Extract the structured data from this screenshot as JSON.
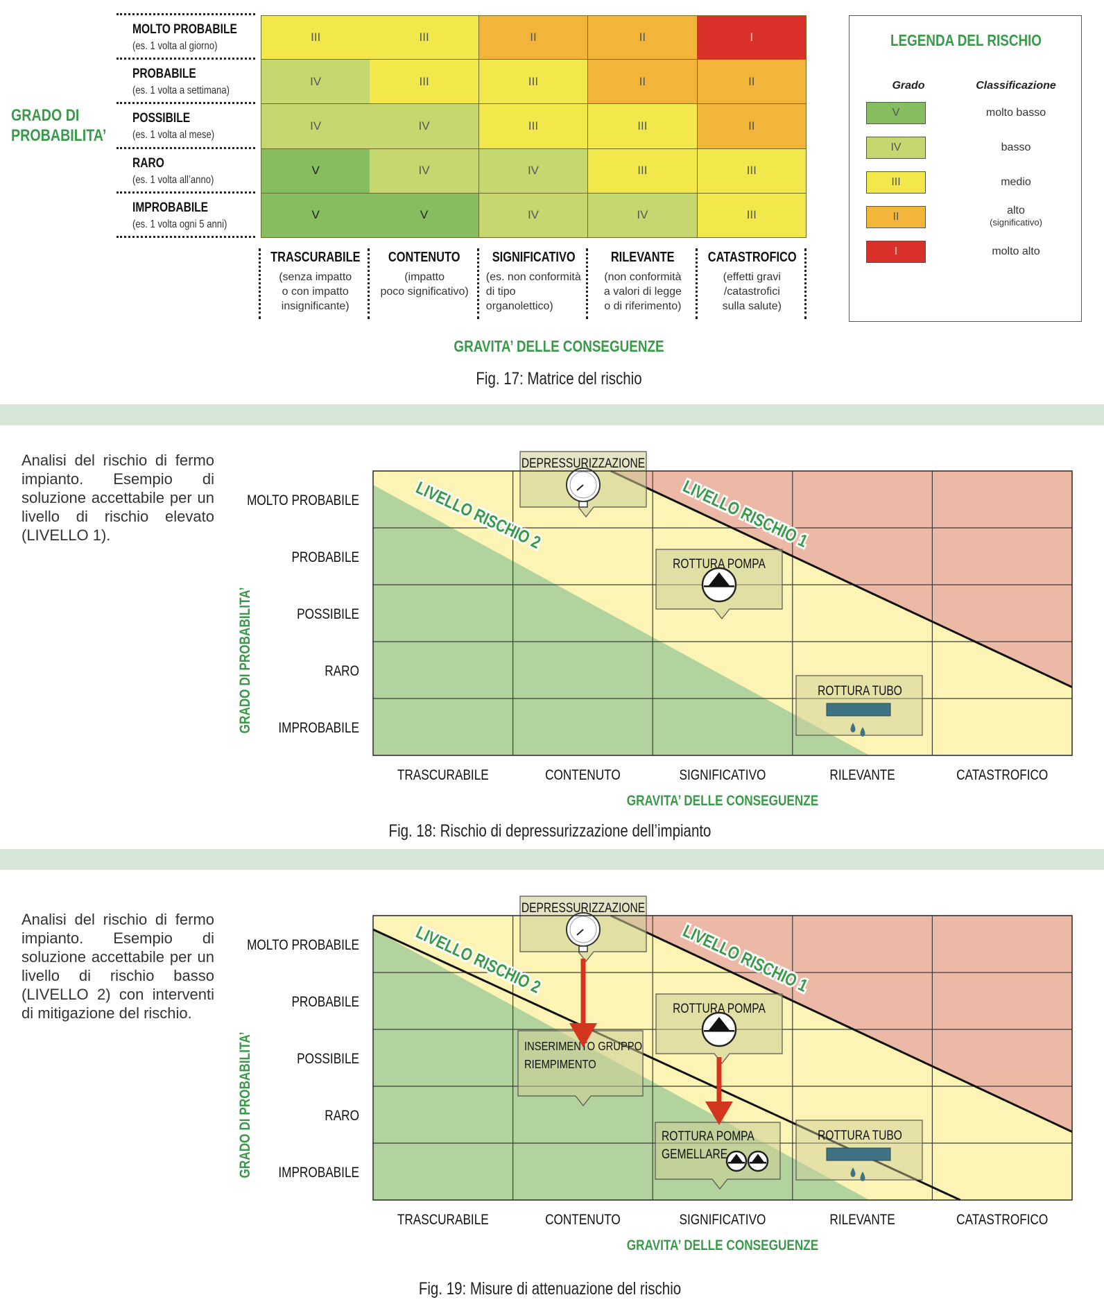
{
  "fig17": {
    "prob_axis_label": [
      "GRADO DI",
      "PROBABILITA’"
    ],
    "rows": [
      {
        "name": "MOLTO PROBABILE",
        "example": "(es. 1 volta al giorno)"
      },
      {
        "name": "PROBABILE",
        "example": "(es. 1 volta a settimana)"
      },
      {
        "name": "POSSIBILE",
        "example": "(es. 1 volta al mese)"
      },
      {
        "name": "RARO",
        "example": "(es. 1 volta all’anno)"
      },
      {
        "name": "IMPROBABILE",
        "example": "(es. 1 volta ogni 5 anni)"
      }
    ],
    "columns": [
      {
        "name": "TRASCURABILE",
        "desc": [
          "(senza impatto",
          "o con impatto",
          "insignificante)"
        ]
      },
      {
        "name": "CONTENUTO",
        "desc": [
          "(impatto",
          "poco significativo)"
        ]
      },
      {
        "name": "SIGNIFICATIVO",
        "desc": [
          "(es. non conformità",
          "di tipo",
          "organolettico)"
        ]
      },
      {
        "name": "RILEVANTE",
        "desc": [
          "(non conformità",
          "a valori di legge",
          "o di riferimento)"
        ]
      },
      {
        "name": "CATASTROFICO",
        "desc": [
          "(effetti gravi",
          "/catastrofici",
          "sulla salute)"
        ]
      }
    ],
    "matrix": [
      [
        "III",
        "III",
        "II",
        "II",
        "I"
      ],
      [
        "IV",
        "III",
        "III",
        "II",
        "II"
      ],
      [
        "IV",
        "IV",
        "III",
        "III",
        "II"
      ],
      [
        "V",
        "IV",
        "IV",
        "III",
        "III"
      ],
      [
        "V",
        "V",
        "IV",
        "IV",
        "III"
      ]
    ],
    "grade_colors": {
      "I": "#d9302a",
      "II": "#f2b53a",
      "III": "#f3e84b",
      "IV": "#c6d76f",
      "V": "#86bd5e"
    },
    "severity_axis_label": "GRAVITA’ DELLE CONSEGUENZE",
    "caption": "Fig. 17: Matrice del rischio",
    "legend": {
      "title": "LEGENDA DEL RISCHIO",
      "col_grade": "Grado",
      "col_class": "Classificazione",
      "items": [
        {
          "grade": "V",
          "label": "molto basso",
          "sub": ""
        },
        {
          "grade": "IV",
          "label": "basso",
          "sub": ""
        },
        {
          "grade": "III",
          "label": "medio",
          "sub": ""
        },
        {
          "grade": "II",
          "label": "alto",
          "sub": "(significativo)"
        },
        {
          "grade": "I",
          "label": "molto alto",
          "sub": ""
        }
      ]
    }
  },
  "fig18": {
    "description": "Analisi del rischio di fermo impianto. Esempio di soluzione accettabile per un livello di rischio elevato (LIVELLO 1).",
    "y_axis_label": "GRADO DI PROBABILITA’",
    "rows": [
      "MOLTO PROBABILE",
      "PROBABILE",
      "POSSIBILE",
      "RARO",
      "IMPROBABILE"
    ],
    "cols": [
      "TRASCURABILE",
      "CONTENUTO",
      "SIGNIFICATIVO",
      "RILEVANTE",
      "CATASTROFICO"
    ],
    "x_axis_label": "GRAVITA’ DELLE CONSEGUENZE",
    "level1": "LIVELLO RISCHIO 1",
    "level2": "LIVELLO RISCHIO 2",
    "callouts": {
      "depress": "DEPRESSURIZZAZIONE",
      "pump": "ROTTURA POMPA",
      "pipe": "ROTTURA TUBO"
    },
    "caption": "Fig. 18: Rischio di depressurizzazione dell’impianto"
  },
  "fig19": {
    "description": "Analisi del rischio di fermo impianto. Esempio di soluzione accettabile per un livello di rischio basso (LIVELLO 2) con interventi di mitigazione del rischio.",
    "y_axis_label": "GRADO DI PROBABILITA’",
    "rows": [
      "MOLTO PROBABILE",
      "PROBABILE",
      "POSSIBILE",
      "RARO",
      "IMPROBABILE"
    ],
    "cols": [
      "TRASCURABILE",
      "CONTENUTO",
      "SIGNIFICATIVO",
      "RILEVANTE",
      "CATASTROFICO"
    ],
    "x_axis_label": "GRAVITA’ DELLE CONSEGUENZE",
    "level1": "LIVELLO RISCHIO 1",
    "level2": "LIVELLO RISCHIO 2",
    "callouts": {
      "depress": "DEPRESSURIZZAZIONE",
      "pump": "ROTTURA POMPA",
      "pipe": "ROTTURA TUBO",
      "refill": [
        "INSERIMENTO GRUPPO",
        "RIEMPIMENTO"
      ],
      "twin": [
        "ROTTURA POMPA",
        "GEMELLARE"
      ]
    },
    "caption": "Fig. 19: Misure di attenuazione del rischio"
  },
  "zone_colors": {
    "green": "#b3d39e",
    "yellow": "#fbf4b5",
    "red": "#ecb9a6",
    "arrow": "#d3361f",
    "accent": "#3a9a4a"
  }
}
